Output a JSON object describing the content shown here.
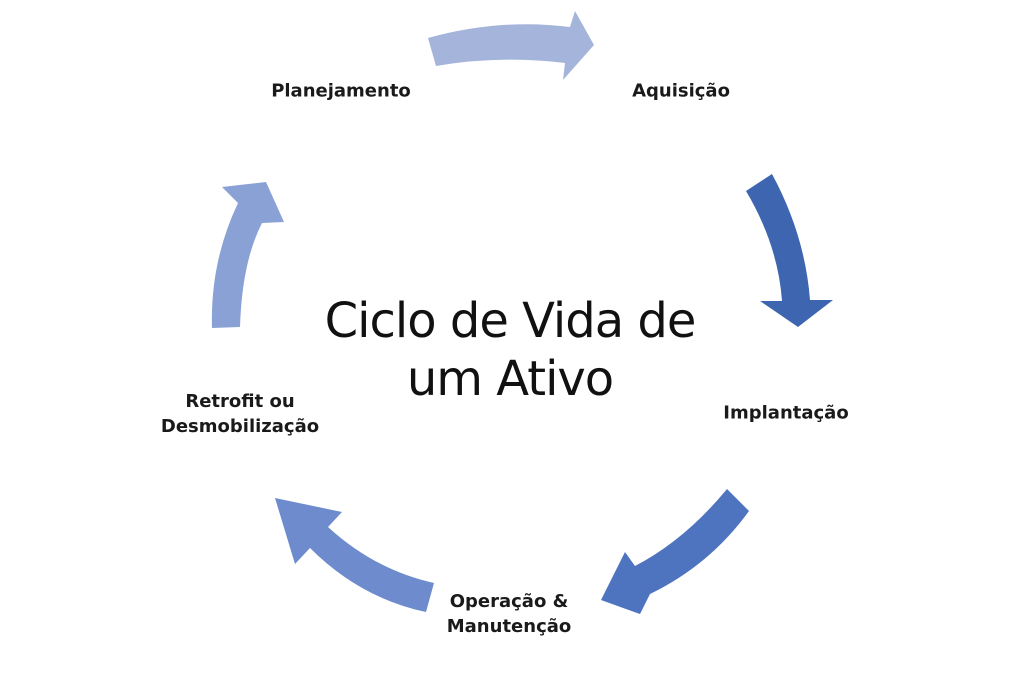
{
  "title": {
    "line1": "Ciclo de Vida de",
    "line2": "um Ativo"
  },
  "stages": {
    "planejamento": {
      "label": "Planejamento"
    },
    "aquisicao": {
      "label": "Aquisição"
    },
    "implantacao": {
      "label": "Implantação"
    },
    "operacao": {
      "line1": "Operação &",
      "line2": "Manutenção"
    },
    "retrofit": {
      "line1": "Retrofit ou",
      "line2": "Desmobilização"
    }
  },
  "colors": {
    "arrow_top": "#a5b4da",
    "arrow_right": "#3e66b0",
    "arrow_bottom_right": "#4e74bf",
    "arrow_bottom_left": "#6e8ccd",
    "arrow_left": "#8aa1d6",
    "text": "#1a1a1a"
  }
}
